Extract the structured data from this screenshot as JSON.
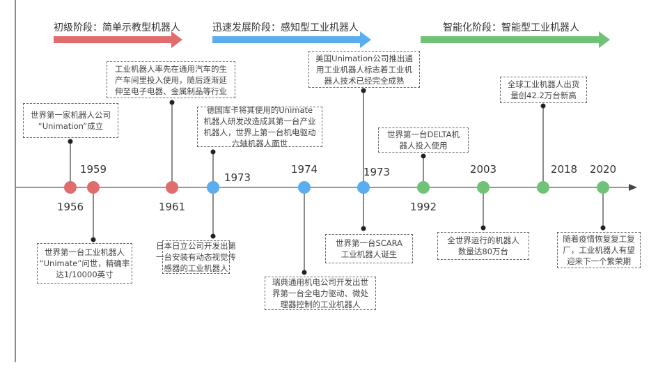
{
  "colors": {
    "stage1": "#e06c6c",
    "stage2": "#5aaef0",
    "stage3": "#70c276"
  },
  "stages": [
    {
      "label": "初级阶段：简单示教型机器人"
    },
    {
      "label": "迅速发展阶段：感知型工业机器人"
    },
    {
      "label": "智能化阶段：智能型工业机器人"
    }
  ],
  "events": [
    {
      "year": "1956",
      "stage": 1,
      "text": "世界第一家机器人公司\n“Unimation”成立"
    },
    {
      "year": "1959",
      "stage": 1,
      "text": "世界第一台工业机器人\n“Unimate”问世，精确率\n达1/10000英寸"
    },
    {
      "year": "1961",
      "stage": 1,
      "text": "工业机器人率先在通用汽车的生\n产车间里投入使用，随后逐渐延\n伸至电子电器、金属制品等行业"
    },
    {
      "year": "1973",
      "stage": 2,
      "text": "德国库卡将其使用的Unimate\n机器人研发改造成其第一台产业\n机器人，世界上第一台机电驱动\n六轴机器人面世"
    },
    {
      "year": "1973",
      "stage": 2,
      "text": "日本日立公司开发出第\n一台安装有动态视觉传\n感器的工业机器人"
    },
    {
      "year": "1974",
      "stage": 2,
      "text": "瑞典通用机电公司开发出世\n界第一台全电力驱动、微处\n理器控制的工业机器人"
    },
    {
      "year": "1973",
      "stage": 2,
      "text": "美国Unimation公司推出通\n用工业机器人标志着工业机\n器人技术已经完全成熟"
    },
    {
      "year": "1973",
      "stage": 2,
      "text": "世界第一台SCARA\n工业机器人诞生"
    },
    {
      "year": "1992",
      "stage": 3,
      "text": "世界第一台DELTA机\n器人投入使用"
    },
    {
      "year": "2003",
      "stage": 3,
      "text": "全世界运行的机器人\n数量达80万台"
    },
    {
      "year": "2018",
      "stage": 3,
      "text": "全球工业机器人出货\n量创42.2万台新高"
    },
    {
      "year": "2020",
      "stage": 3,
      "text": "随着疫情恢复复工复\n厂，工业机器人有望\n迎来下一个繁荣期"
    }
  ]
}
